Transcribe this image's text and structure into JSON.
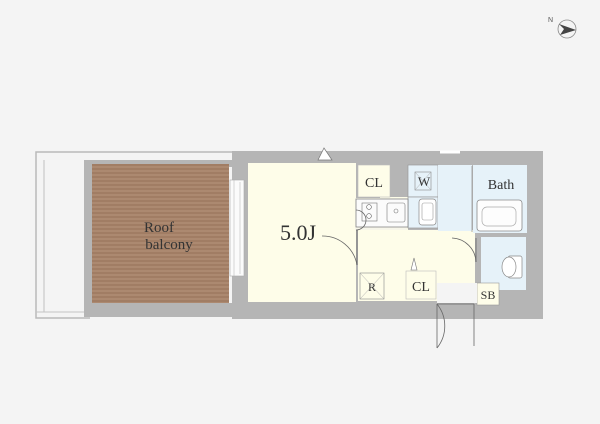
{
  "rooms": {
    "roof_balcony_line1": "Roof",
    "roof_balcony_line2": "balcony",
    "main_room": "5.0J",
    "closet_upper": "CL",
    "washer": "W",
    "bath": "Bath",
    "refrigerator": "R",
    "closet_lower": "CL",
    "shoe_box": "SB"
  },
  "colors": {
    "background": "#f4f4f4",
    "walls": "#b5b5b5",
    "balcony_wood": "#a8856c",
    "floor": "#fefde9",
    "wet_area": "#e6f2f9",
    "line": "#666666"
  },
  "icons": {
    "compass": "north-compass-icon"
  }
}
